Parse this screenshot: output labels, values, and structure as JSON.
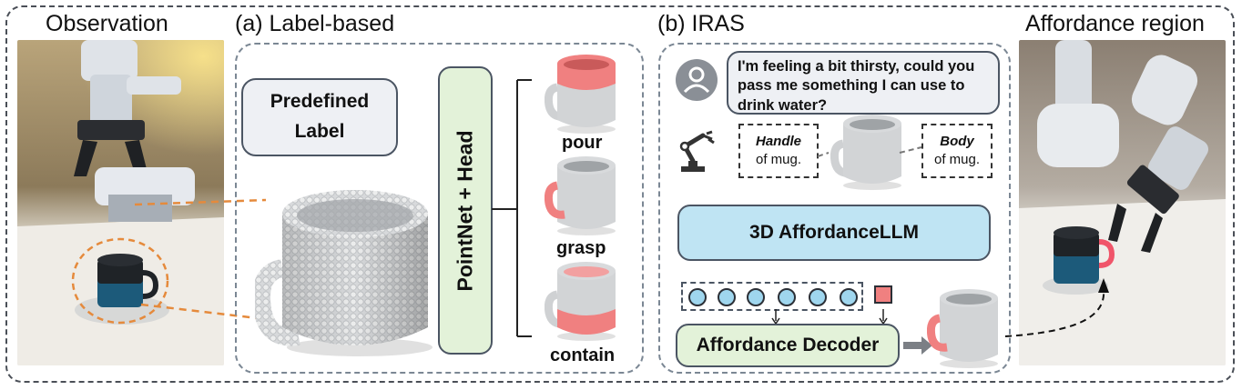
{
  "headings": {
    "observation": "Observation",
    "label_based": "(a) Label-based",
    "iras": "(b) IRAS",
    "affordance_region": "Affordance region"
  },
  "label_based": {
    "predefined_label": "Predefined Label",
    "backbone": "PointNet + Head",
    "affordances": [
      "pour",
      "grasp",
      "contain"
    ]
  },
  "iras": {
    "user_query": "I'm feeling a bit thirsty, could you pass me something I can use to drink water?",
    "part_left": {
      "name": "Handle",
      "suffix": "of mug."
    },
    "part_right": {
      "name": "Body",
      "suffix": "of mug."
    },
    "llm": "3D AffordanceLLM",
    "decoder": "Affordance Decoder"
  },
  "colors": {
    "affordance_highlight": "#f08080",
    "llm_fill": "#bfe4f3",
    "decoder_fill": "#e3f2d9",
    "token_fill": "#9fd6ee",
    "callout_orange": "#e58a3c"
  }
}
